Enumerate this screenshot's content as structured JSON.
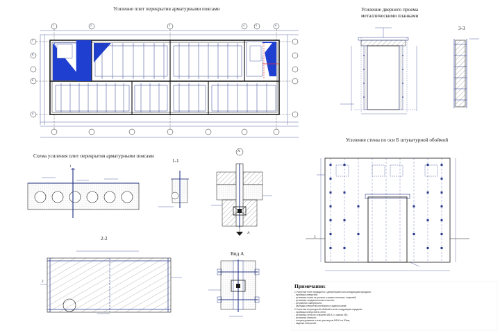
{
  "titles": {
    "slab_plan": "Усиление плит перекрытия арматурными поясами",
    "door_line1": "Усиление дверного проема",
    "door_line2": "металлическими планками",
    "section_33": "3-3",
    "slab_scheme": "Схема усиления плит перекрытия арматурными поясами",
    "section_11": "1-1",
    "node_a": "А",
    "wall_b": "Усиление стены по оси Б штукатурной обоймой",
    "section_22": "2-2",
    "view_a": "Вид А"
  },
  "notes": {
    "heading": "Примечание:",
    "lines": [
      "1.Усиление плит проводится с демонтажем пола следующим порядком:",
      "- пробивка отверстий;",
      "- установка пояса из уголков и связки стальных стержней;",
      "- установка соединительных пластин;",
      "- устройство поверхности;",
      "- закладка отверстий раствором и заделка швов;",
      "2.Усиление штукатурной обоймой стены следующим порядком:",
      "- пробивка отверстий в стене;",
      "- установка сетки из стержней Ø6 А-I с шагом 150;",
      "- установка анкеров;",
      "- оштукатуривание стены раствором М100 на 30мм;",
      "- заделка отверстий;"
    ]
  },
  "grid_axes": {
    "columns": [
      "1",
      "2",
      "3",
      "4",
      "5",
      "6"
    ],
    "rows": [
      "А",
      "Б",
      "В",
      "Г"
    ]
  },
  "section_marks": {
    "cut": "1",
    "cut2": "2",
    "cut3": "3",
    "arrow": "А"
  },
  "colors": {
    "line": "#2a3a8a",
    "fill_blue": "#1f3fd0",
    "red": "#e0323c",
    "hatch": "#4a4a4a"
  }
}
